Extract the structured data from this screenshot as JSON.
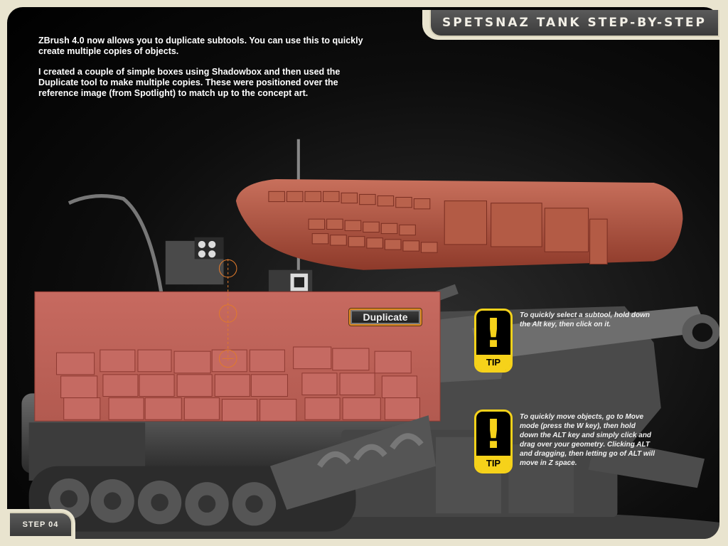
{
  "header": {
    "title": "SPETSNAZ TANK STEP-BY-STEP"
  },
  "intro": {
    "paragraph_1": "ZBrush 4.0 now allows you to duplicate subtools.  You can use this to quickly create multiple copies of objects.",
    "paragraph_2": "I created a couple of simple boxes using Shadowbox and then used the Duplicate tool to make multiple copies.  These were positioned over the reference image (from Spotlight) to match up to the concept art."
  },
  "duplicate_button": {
    "label": "Duplicate"
  },
  "tips": [
    {
      "label": "TIP",
      "icon": "exclamation-icon",
      "text": "To quickly select a subtool, hold down the Alt key, then click on it."
    },
    {
      "label": "TIP",
      "icon": "exclamation-icon",
      "text": "To quickly move objects, go to Move mode (press the W key), then hold down the ALT key and simply click and drag over your geometry. Clicking ALT and dragging, then letting go of ALT will move in Z space."
    }
  ],
  "footer": {
    "step_label": "STEP 04"
  },
  "colors": {
    "page_background": "#e9e4cf",
    "tip_accent": "#f6d21a",
    "armor_panel": "#b85a4a",
    "duplicate_border": "#e08a22"
  }
}
